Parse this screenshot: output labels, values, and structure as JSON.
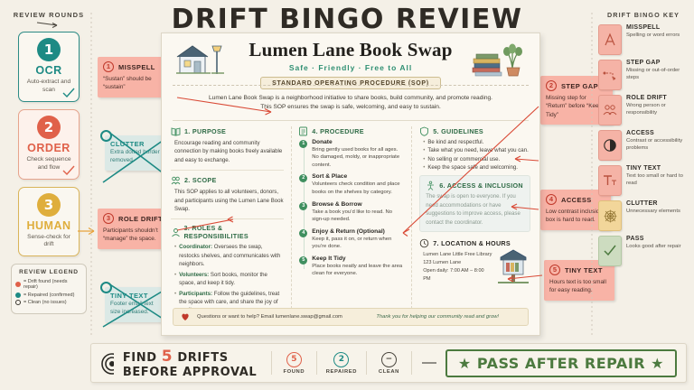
{
  "page": {
    "title": "DRIFT BINGO REVIEW"
  },
  "left_rail": {
    "heading": "REVIEW ROUNDS",
    "rounds": [
      {
        "num": "1",
        "label": "OCR",
        "sub": "Auto-extract and scan",
        "status": "check",
        "color": "#1d8a84"
      },
      {
        "num": "2",
        "label": "ORDER",
        "sub": "Check sequence and flow",
        "status": "check",
        "color": "#e0614a"
      },
      {
        "num": "3",
        "label": "HUMAN",
        "sub": "Sense-check for drift",
        "status": "active",
        "color": "#dfae3c"
      }
    ],
    "legend": {
      "title": "REVIEW LEGEND",
      "items": [
        {
          "swatch": "red",
          "text": "= Drift found (needs repair)"
        },
        {
          "swatch": "teal",
          "text": "= Repaired (confirmed)"
        },
        {
          "swatch": "hollow",
          "text": "= Clean (no issues)"
        }
      ]
    }
  },
  "notes": [
    {
      "id": "1",
      "title": "MISSPELL",
      "body": "“Sustan” should be “sustain”",
      "state": "open"
    },
    {
      "id": "2",
      "title": "STEP GAP",
      "body": "Missing step for “Return” before “Keep It Tidy”",
      "state": "open"
    },
    {
      "id": "3",
      "title": "ROLE DRIFT",
      "body": "Participants shouldn’t “manage” the space.",
      "state": "open"
    },
    {
      "id": "4",
      "title": "ACCESS",
      "body": "Low contrast inclusion box is hard to read.",
      "state": "open"
    },
    {
      "id": "5",
      "title": "TINY TEXT",
      "body": "Hours text is too small for easy reading.",
      "state": "open"
    }
  ],
  "fixed_notes": [
    {
      "title": "CLUTTER",
      "body": "Extra dotted border removed.",
      "state": "fixed"
    },
    {
      "title": "TINY TEXT",
      "body": "Footer email text size increased.",
      "state": "fixed"
    }
  ],
  "document": {
    "title": "Lumen Lane Book Swap",
    "tagline": "Safe · Friendly · Free to All",
    "sop_pill": "STANDARD OPERATING PROCEDURE (SOP)",
    "intro": "Lumen Lane Book Swap is a neighborhood initiative to share books, build community, and promote reading. This SOP ensures the swap is safe, welcoming, and easy to sustain.",
    "sections": {
      "purpose": {
        "title": "1. PURPOSE",
        "icon": "book-icon",
        "body": "Encourage reading and community connection by making books freely available and easy to exchange."
      },
      "scope": {
        "title": "2. SCOPE",
        "icon": "people-icon",
        "body": "This SOP applies to all volunteers, donors, and participants using the Lumen Lane Book Swap."
      },
      "roles": {
        "title": "3. ROLES & RESPONSIBILITIES",
        "icon": "person-badge-icon",
        "items": [
          {
            "role": "Coordinator:",
            "text": "Oversees the swap, restocks shelves, and communicates with neighbors."
          },
          {
            "role": "Volunteers:",
            "text": "Sort books, monitor the space, and keep it tidy."
          },
          {
            "role": "Participants:",
            "text": "Follow the guidelines, treat the space with care, and share the joy of reading."
          }
        ]
      },
      "procedure": {
        "title": "4. PROCEDURE",
        "icon": "checklist-icon",
        "steps": [
          {
            "n": "1",
            "name": "Donate",
            "desc": "Bring gently used books for all ages. No damaged, moldy, or inappropriate content."
          },
          {
            "n": "2",
            "name": "Sort & Place",
            "desc": "Volunteers check condition and place books on the shelves by category."
          },
          {
            "n": "3",
            "name": "Browse & Borrow",
            "desc": "Take a book you’d like to read. No sign-up needed."
          },
          {
            "n": "4",
            "name": "Enjoy & Return (Optional)",
            "desc": "Keep it, pass it on, or return when you’re done."
          },
          {
            "n": "5",
            "name": "Keep It Tidy",
            "desc": "Place books neatly and leave the area clean for everyone."
          }
        ]
      },
      "guidelines": {
        "title": "5. GUIDELINES",
        "icon": "shield-icon",
        "items": [
          "Be kind and respectful.",
          "Take what you need, leave what you can.",
          "No selling or commercial use.",
          "Keep the space safe and welcoming."
        ]
      },
      "access": {
        "title": "6. ACCESS & INCLUSION",
        "icon": "accessibility-icon",
        "body": "The swap is open to everyone. If you need accommodations or have suggestions to improve access, please contact the coordinator."
      },
      "location": {
        "title": "7. LOCATION & HOURS",
        "icon": "clock-icon",
        "lines": [
          "Lumen Lane Little Free Library",
          "123 Lumen Lane",
          "Open daily: 7:00 AM – 8:00 PM"
        ]
      }
    },
    "footer": {
      "icon": "heart-icon",
      "contact": "Questions or want to help? Email lumenlane.swap@gmail.com",
      "thanks": "Thank you for helping our community read and grow!"
    }
  },
  "right_rail": {
    "heading": "DRIFT BINGO KEY",
    "items": [
      {
        "icon": "letter-a-icon",
        "name": "MISSPELL",
        "desc": "Spelling or word errors",
        "card": "pink"
      },
      {
        "icon": "step-path-icon",
        "name": "STEP GAP",
        "desc": "Missing or out-of-order steps",
        "card": "pink"
      },
      {
        "icon": "people-icon",
        "name": "ROLE DRIFT",
        "desc": "Wrong person or responsibility",
        "card": "pink"
      },
      {
        "icon": "contrast-circle-icon",
        "name": "ACCESS",
        "desc": "Contrast or accessibility problems",
        "card": "pink"
      },
      {
        "icon": "tt-letters-icon",
        "name": "TINY TEXT",
        "desc": "Text too small or hard to read",
        "card": "pink"
      },
      {
        "icon": "scribble-icon",
        "name": "CLUTTER",
        "desc": "Unnecessary elements",
        "card": "gold"
      },
      {
        "icon": "check-icon",
        "name": "PASS",
        "desc": "Looks good after repair",
        "card": "green"
      }
    ]
  },
  "bottom_bar": {
    "icon": "target-icon",
    "find_prefix": "FIND",
    "find_count": "5",
    "find_suffix": "DRIFTS BEFORE APPROVAL",
    "stats": [
      {
        "value": "5",
        "label": "FOUND",
        "color": "#e0614a"
      },
      {
        "value": "2",
        "label": "REPAIRED",
        "color": "#1d8a84"
      },
      {
        "value": "−",
        "label": "CLEAN",
        "color": "#4a463e"
      }
    ],
    "arrow_icon": "arrow-right-icon",
    "stamp": "★ PASS AFTER REPAIR ★"
  }
}
